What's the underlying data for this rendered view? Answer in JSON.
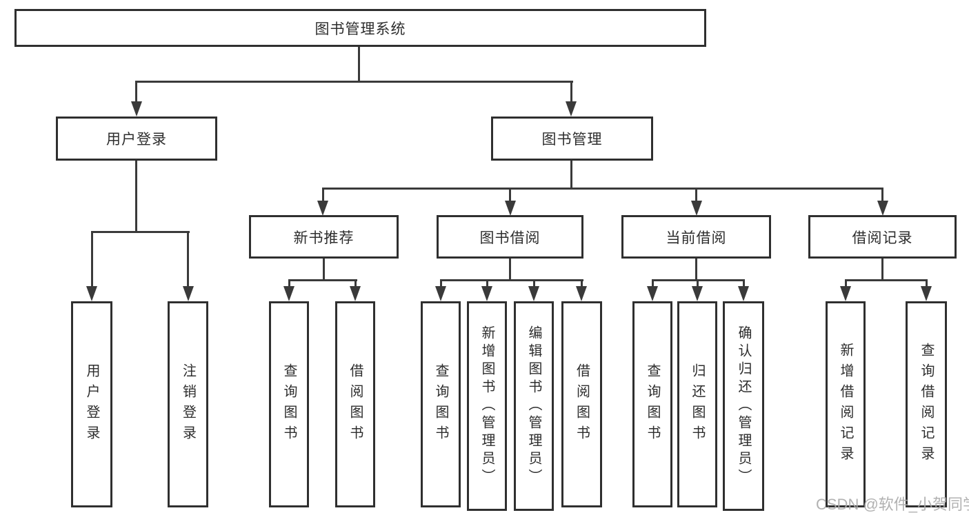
{
  "nodes": {
    "root": "图书管理系统",
    "user_login": "用户登录",
    "book_mgmt": "图书管理",
    "new_book_rec": "新书推荐",
    "book_borrow": "图书借阅",
    "current_borrow": "当前借阅",
    "borrow_records": "借阅记录",
    "leaf_user_login": "用户登录",
    "leaf_logout": "注销登录",
    "leaf_query_book_a": "查询图书",
    "leaf_borrow_book_a": "借阅图书",
    "leaf_query_book_b": "查询图书",
    "leaf_add_book": "新增图书（管理员）",
    "leaf_edit_book": "编辑图书（管理员）",
    "leaf_borrow_book_b": "借阅图书",
    "leaf_query_book_c": "查询图书",
    "leaf_return_book": "归还图书",
    "leaf_confirm_return": "确认归还（管理员）",
    "leaf_add_record": "新增借阅记录",
    "leaf_query_record": "查询借阅记录"
  },
  "hierarchy": {
    "图书管理系统": {
      "用户登录": [
        "用户登录",
        "注销登录"
      ],
      "图书管理": {
        "新书推荐": [
          "查询图书",
          "借阅图书"
        ],
        "图书借阅": [
          "查询图书",
          "新增图书（管理员）",
          "编辑图书（管理员）",
          "借阅图书"
        ],
        "当前借阅": [
          "查询图书",
          "归还图书",
          "确认归还（管理员）"
        ],
        "借阅记录": [
          "新增借阅记录",
          "查询借阅记录"
        ]
      }
    }
  },
  "watermark": "CSDN @软件_小贺同学",
  "colors": {
    "background": "#ffffff",
    "box_border": "#2f2f2f",
    "connector_line": "#3a3a3a",
    "text": "#2d2d2d",
    "watermark_text": "#ababab"
  }
}
